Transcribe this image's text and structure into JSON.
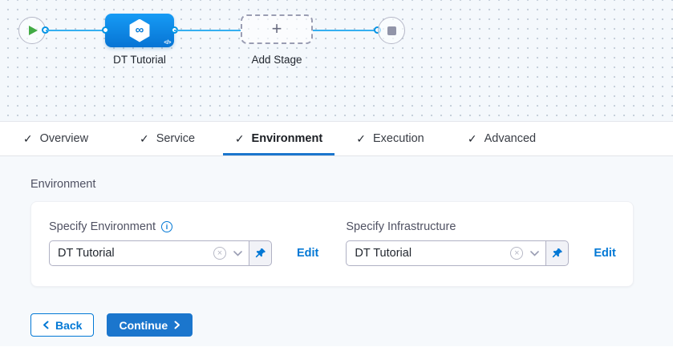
{
  "colors": {
    "accent": "#0278d5",
    "active_tab_underline": "#1b76cd",
    "flow_line": "#35aff1",
    "success_green": "#42ab45",
    "canvas_background": "#f4f8fc",
    "content_background": "#f6f9fc"
  },
  "icons": {
    "check": "✓",
    "plus": "+",
    "infinity": "∞",
    "code": "</>",
    "info": "i",
    "clear": "×"
  },
  "pipeline": {
    "start_node": "play",
    "end_node": "stop",
    "stage_label": "DT Tutorial",
    "add_stage_label": "Add Stage"
  },
  "tabs": [
    {
      "label": "Overview",
      "completed": true,
      "active": false
    },
    {
      "label": "Service",
      "completed": true,
      "active": false
    },
    {
      "label": "Environment",
      "completed": true,
      "active": true
    },
    {
      "label": "Execution",
      "completed": true,
      "active": false
    },
    {
      "label": "Advanced",
      "completed": true,
      "active": false
    }
  ],
  "section": {
    "title": "Environment"
  },
  "fields": [
    {
      "label": "Specify Environment",
      "value": "DT Tutorial",
      "edit_label": "Edit",
      "has_info": true
    },
    {
      "label": "Specify Infrastructure",
      "value": "DT Tutorial",
      "edit_label": "Edit",
      "has_info": false
    }
  ],
  "footer": {
    "back_label": "Back",
    "continue_label": "Continue"
  }
}
